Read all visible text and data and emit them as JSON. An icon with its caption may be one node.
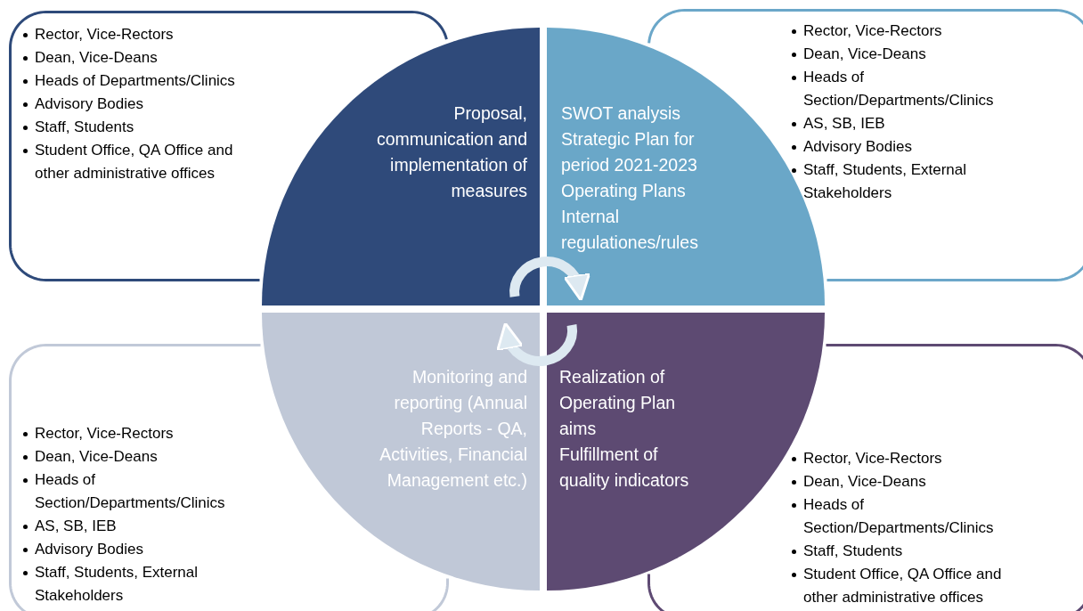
{
  "diagram": {
    "nodes": [
      {
        "text": [
          "Rector, Vice-Rectors",
          "Dean, Vice-Deans",
          "Heads of Departments/Clinics",
          "Advisory Bodies",
          "Staff, Students",
          "Student Office, QA Office and other administrative offices"
        ]
      },
      {
        "text": [
          "Rector, Vice-Rectors",
          "Dean, Vice-Deans",
          "Heads of Section/Departments/Clinics",
          "AS, SB, IEB",
          "Advisory Bodies",
          "Staff, Students, External Stakeholders"
        ]
      },
      {
        "text": [
          "Proposal, communication and implementation of measures"
        ]
      },
      {
        "text": [
          "SWOT analysis",
          "Strategic Plan for period 2021-2023",
          "Operating Plans",
          "Internal regulationes/rules"
        ]
      },
      {
        "text": [
          "Monitoring and reporting (Annual Reports - QA, Activities, Financial Management etc.)"
        ]
      },
      {
        "text": [
          "Realization of Operating Plan aims",
          "Fulfillment of quality indicators"
        ]
      },
      {
        "text": [
          "Rector, Vice-Rectors",
          "Dean, Vice-Deans",
          "Heads of Section/Departments/Clinics",
          "AS, SB, IEB",
          "Advisory Bodies",
          "Staff, Students, External Stakeholders"
        ]
      },
      {
        "text": [
          "Rector, Vice-Rectors",
          "Dean, Vice-Deans",
          "Heads of Section/Departments/Clinics",
          "Staff, Students",
          "Student Office, QA Office and other administrative offices"
        ]
      }
    ],
    "edges": [
      {
        "from": 2,
        "to": 3,
        "arrow": "to"
      },
      {
        "from": 5,
        "to": 4,
        "arrow": "to"
      }
    ]
  }
}
